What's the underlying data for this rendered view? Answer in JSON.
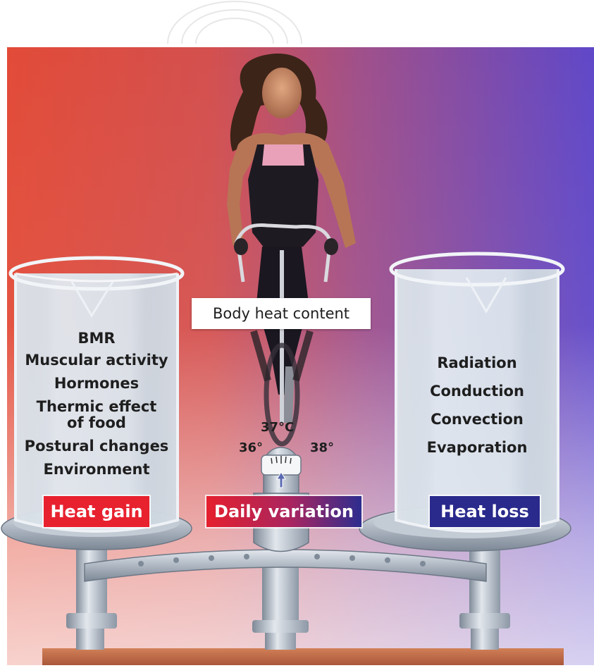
{
  "gain": {
    "items": [
      "BMR",
      "Muscular activity",
      "Hormones",
      "Thermic effect",
      "of food",
      "Postural changes",
      "Environment"
    ],
    "label": "Heat gain",
    "label_color": "#e8212f"
  },
  "loss": {
    "items": [
      "Radiation",
      "Conduction",
      "Convection",
      "Evaporation"
    ],
    "label": "Heat loss",
    "label_color": "#2a2a8c"
  },
  "center": {
    "title": "Body heat content",
    "label": "Daily variation",
    "gauge": {
      "top": "37°C",
      "left": "36°",
      "right": "38°"
    }
  },
  "colors": {
    "background_left": "#e2473f",
    "background_right": "#6650c9",
    "beaker_water": "#c9d5e0",
    "scale_metal": "#a9b2bd",
    "table": "#c06a45"
  }
}
